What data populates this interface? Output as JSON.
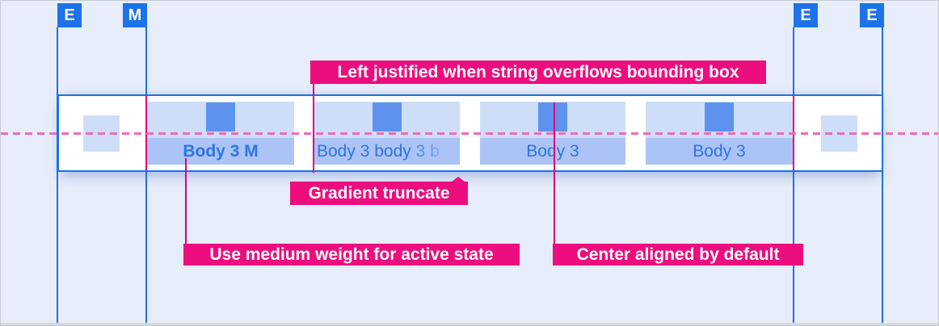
{
  "grid_markers": [
    {
      "letter": "E"
    },
    {
      "letter": "M"
    },
    {
      "letter": "E"
    },
    {
      "letter": "E"
    }
  ],
  "tab_bar": {
    "tabs": [
      {
        "label": "Body 3 M",
        "state": "active",
        "weight": "medium",
        "text_align": "center"
      },
      {
        "label": "Body 3 body 3 b",
        "state": "default",
        "weight": "regular",
        "text_align": "left",
        "truncation": "gradient"
      },
      {
        "label": "Body 3",
        "state": "default",
        "weight": "regular",
        "text_align": "center"
      },
      {
        "label": "Body 3",
        "state": "default",
        "weight": "regular",
        "text_align": "center"
      }
    ]
  },
  "annotations": {
    "overflow_label": "Left justified when string overflows bounding box",
    "truncate_label": "Gradient truncate",
    "active_weight_label": "Use medium weight for active state",
    "align_label": "Center aligned by default"
  },
  "colors": {
    "canvas_background": "#e8edfa",
    "guide_blue": "#1a73e8",
    "marker_blue": "#1d73e9",
    "annotation_magenta": "#ec0d7e",
    "connector_magenta": "#e0007c",
    "baseline_pink": "#f06ab8",
    "tab_fill": "#cfdef8",
    "tab_band_fill": "#abc4f5",
    "icon_fill": "#5d93ef",
    "tab_text_blue": "#2e74e5",
    "bar_background": "#ffffff"
  }
}
